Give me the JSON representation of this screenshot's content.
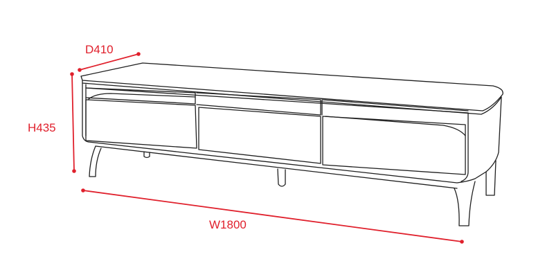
{
  "dimensions": {
    "depth_label": "D410",
    "height_label": "H435",
    "width_label": "W1800"
  },
  "colors": {
    "dimension": "#e0202c",
    "outline": "#1e1e1e",
    "background": "#ffffff"
  }
}
